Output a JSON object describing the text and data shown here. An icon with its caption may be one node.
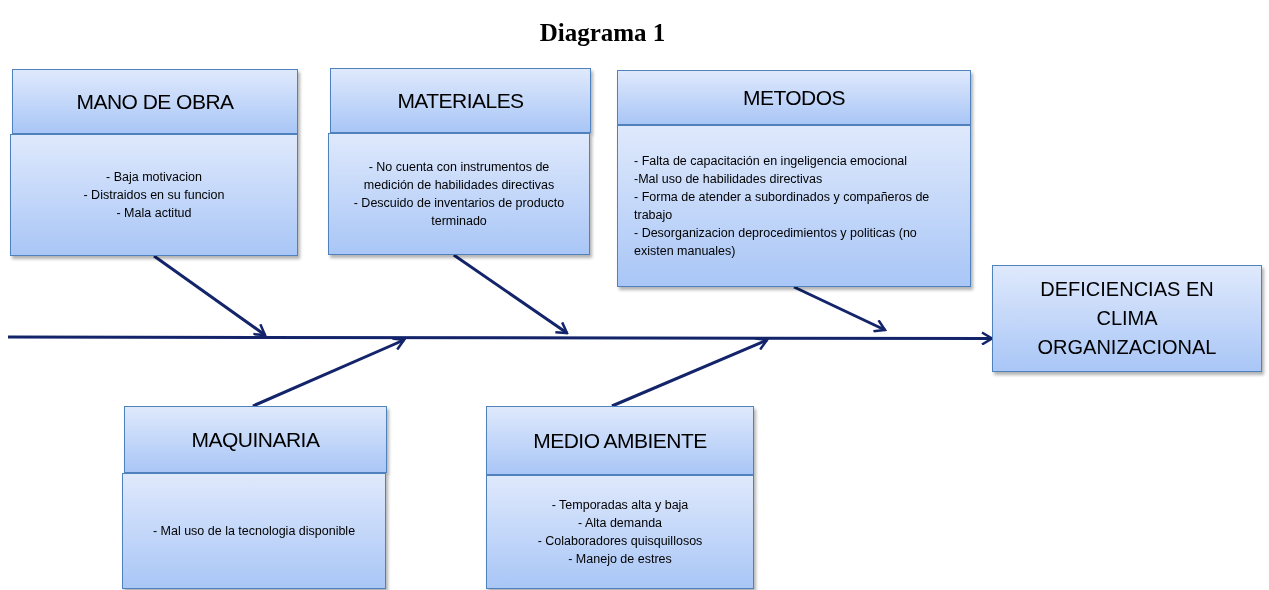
{
  "diagram": {
    "title": "Diagrama 1",
    "nodes": [
      {
        "text": [
          "MANO DE OBRA"
        ]
      },
      {
        "text": [
          "- Baja motivacion",
          "- Distraidos en su funcion",
          "- Mala actitud"
        ]
      },
      {
        "text": [
          "MATERIALES"
        ]
      },
      {
        "text": [
          "- No cuenta con instrumentos de medición de habilidades directivas",
          "- Descuido de inventarios de producto terminado"
        ]
      },
      {
        "text": [
          "METODOS"
        ]
      },
      {
        "text": [
          "- Falta de capacitación en ingeligencia emocional",
          "-Mal uso de habilidades directivas",
          "- Forma de atender a subordinados y compañeros de trabajo",
          "- Desorganizacion deprocedimientos y politicas (no existen manuales)"
        ]
      },
      {
        "text": [
          "DEFICIENCIAS EN CLIMA ORGANIZACIONAL"
        ]
      },
      {
        "text": [
          "MAQUINARIA"
        ]
      },
      {
        "text": [
          "- Mal uso de la tecnologia disponible"
        ]
      },
      {
        "text": [
          "MEDIO AMBIENTE"
        ]
      },
      {
        "text": [
          "- Temporadas alta  y baja",
          "- Alta demanda",
          "- Colaboradores quisquillosos",
          "- Manejo de estres"
        ]
      }
    ],
    "edges": [
      {
        "from": 1,
        "to": null,
        "arrow": "to"
      },
      {
        "from": 3,
        "to": null,
        "arrow": "to"
      },
      {
        "from": 5,
        "to": null,
        "arrow": "to"
      },
      {
        "from": 7,
        "to": null,
        "arrow": "to"
      },
      {
        "from": 9,
        "to": null,
        "arrow": "to"
      },
      {
        "from": null,
        "to": 6,
        "arrow": "to"
      }
    ]
  }
}
